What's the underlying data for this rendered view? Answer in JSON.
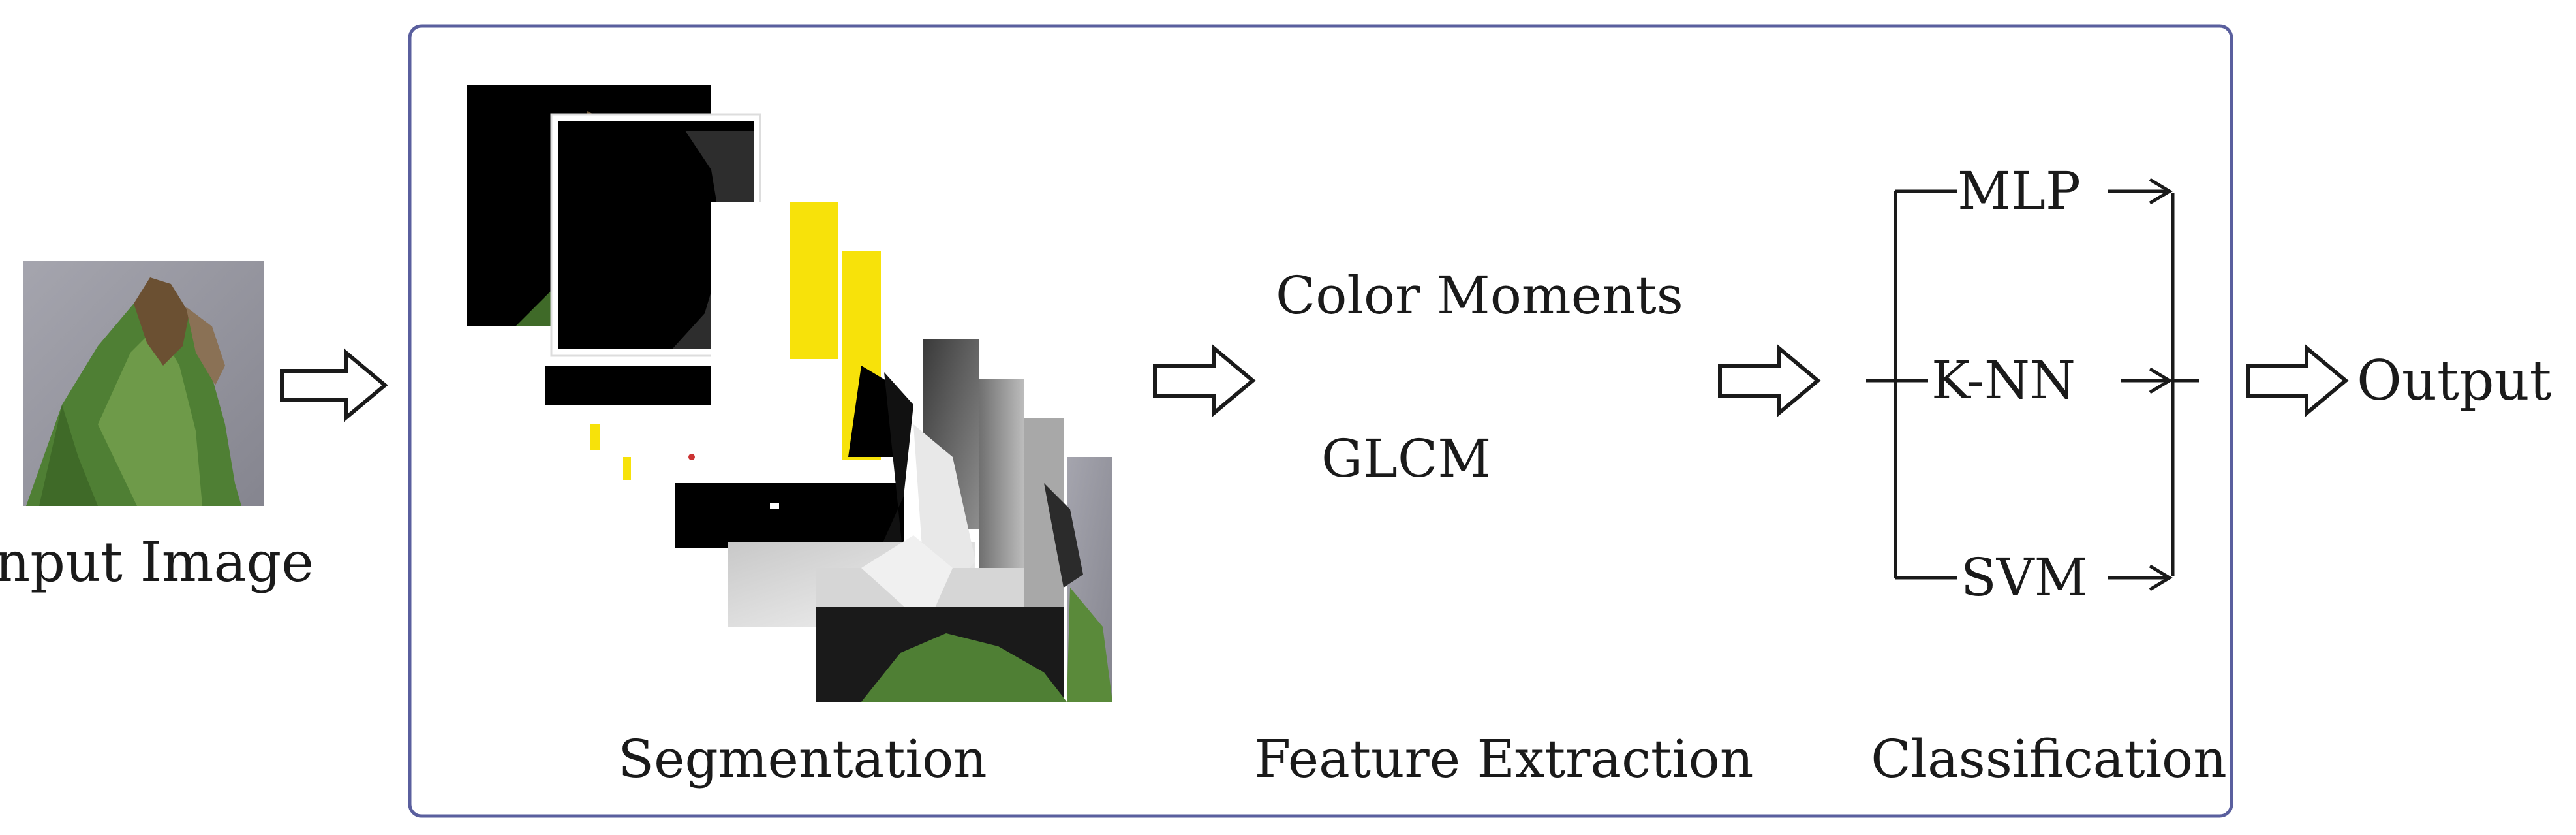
{
  "stages": {
    "input": "Input Image",
    "segmentation": "Segmentation",
    "feature_extraction": "Feature Extraction",
    "classification": "Classification",
    "output": "Output"
  },
  "features": {
    "color_moments": "Color Moments",
    "glcm": "GLCM"
  },
  "classifiers": {
    "mlp": "MLP",
    "knn": "K-NN",
    "svm": "SVM"
  },
  "colors": {
    "frame": "#5a5f9e",
    "segment_yellow": "#f7e20a",
    "leaf_green": "#4f7f34",
    "background_gray": "#9a9aa3"
  }
}
